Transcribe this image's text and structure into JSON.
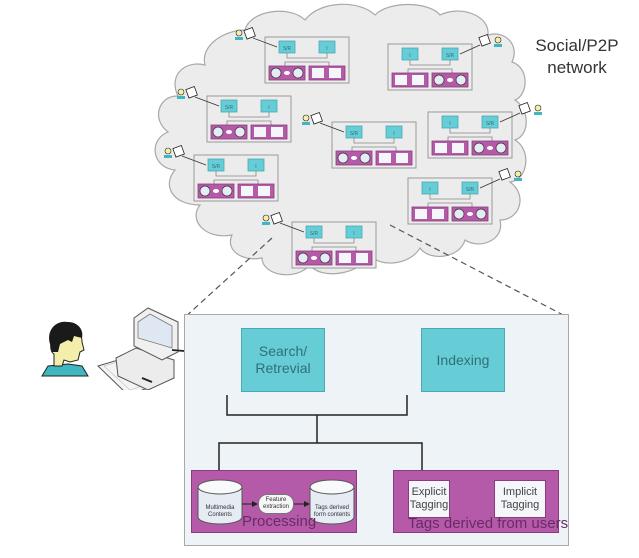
{
  "cloud": {
    "title_line1": "Social/P2P",
    "title_line2": "network",
    "node_labels": {
      "search": "S/R",
      "index": "I"
    }
  },
  "panel": {
    "search_box": {
      "line1": "Search/",
      "line2": "Retrevial"
    },
    "index_box": {
      "label": "Indexing"
    },
    "processing": {
      "label": "Processing",
      "source_cylinder": {
        "line1": "Multimedia",
        "line2": "Contents"
      },
      "step": {
        "line1": "Feature",
        "line2": "extraction"
      },
      "target_cylinder": {
        "line1": "Tags derived",
        "line2": "form contents"
      }
    },
    "user_tags": {
      "label": "Tags derived from users",
      "explicit": {
        "line1": "Explicit",
        "line2": "Tagging"
      },
      "implicit": {
        "line1": "Implicit",
        "line2": "Tagging"
      }
    }
  },
  "colors": {
    "teal": "#66cdd6",
    "magenta": "#b55aa8",
    "cloud_fill": "#ececec",
    "panel_fill": "#eef3f8"
  }
}
